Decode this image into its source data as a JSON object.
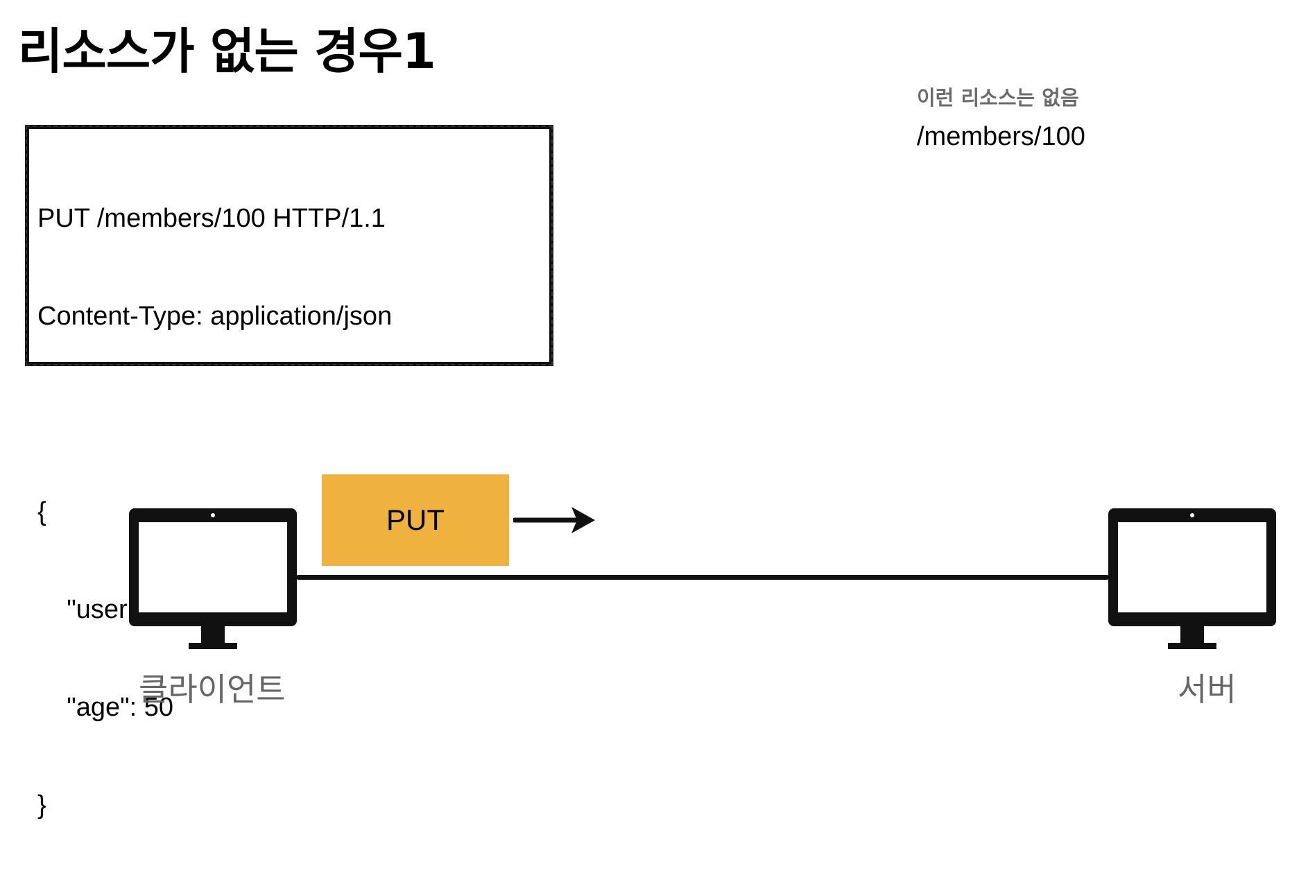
{
  "slide": {
    "title": "리소스가 없는 경우1"
  },
  "request": {
    "lines": [
      "PUT /members/100 HTTP/1.1",
      "Content-Type: application/json",
      "",
      "{",
      "    \"username\": \"old\",",
      "    \"age\": 50",
      "}"
    ]
  },
  "server_state": {
    "note": "이런 리소스는 없음",
    "resource": "/members/100"
  },
  "message": {
    "method": "PUT",
    "color": "#f0b23e"
  },
  "nodes": {
    "client_label": "클라이언트",
    "server_label": "서버"
  }
}
